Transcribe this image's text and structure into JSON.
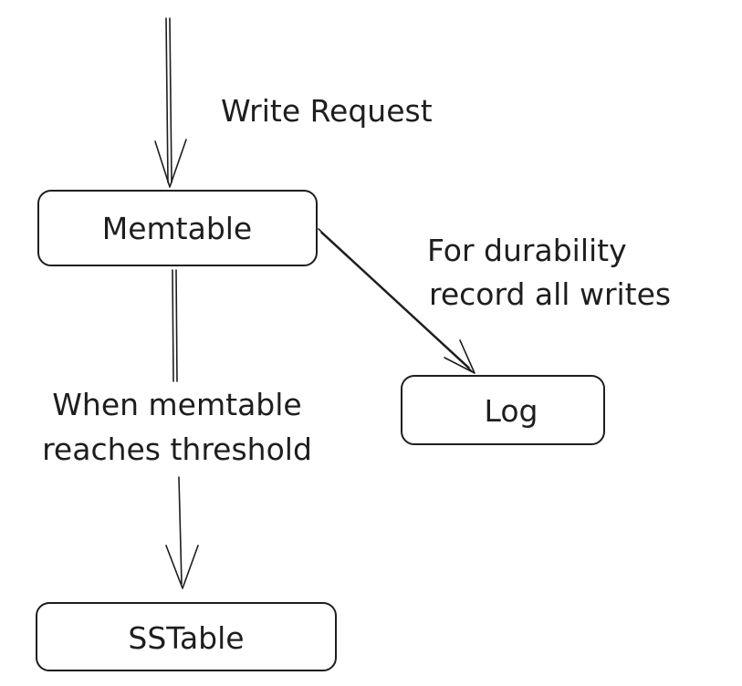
{
  "nodes": {
    "memtable": "Memtable",
    "log": "Log",
    "sstable": "SSTable"
  },
  "edges": {
    "write_request": "Write Request",
    "durability_line1": "For durability",
    "durability_line2": "record all writes",
    "threshold_line1": "When memtable",
    "threshold_line2": "reaches threshold"
  },
  "colors": {
    "stroke": "#1e1e1e",
    "background": "#ffffff"
  }
}
